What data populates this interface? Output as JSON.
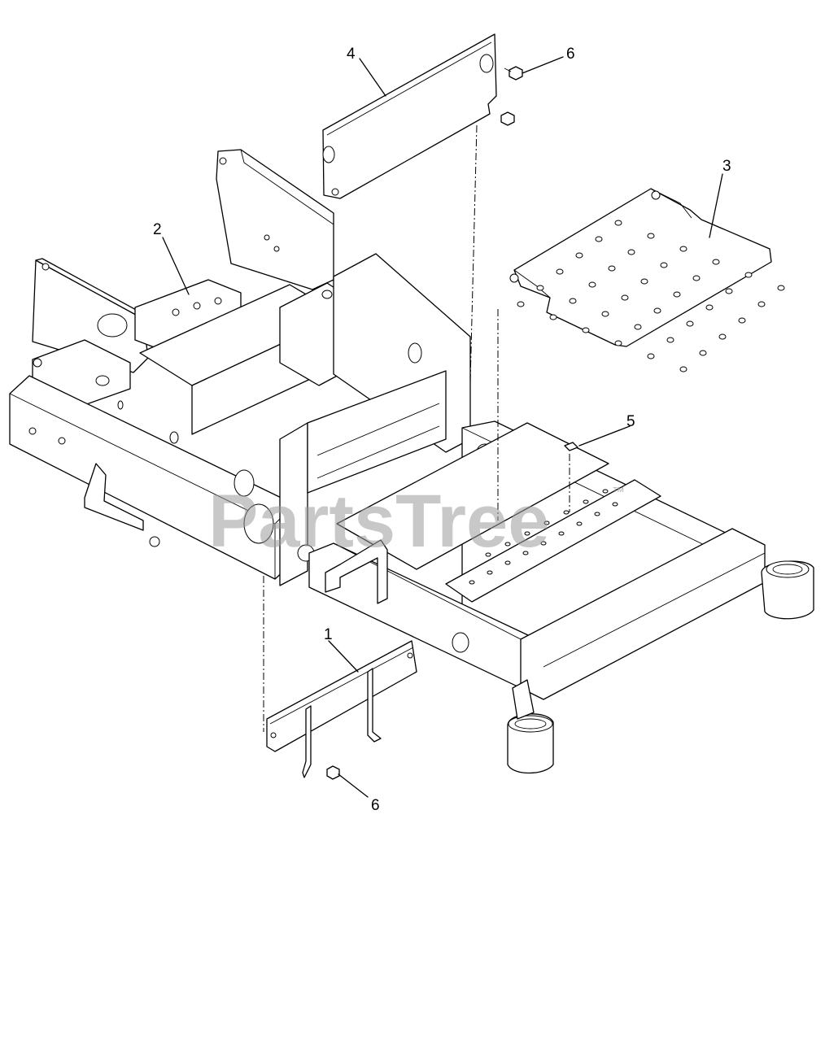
{
  "diagram": {
    "watermark": "PartsTree",
    "watermark_mark": "™",
    "callouts": [
      {
        "id": "c1",
        "label": "1"
      },
      {
        "id": "c2",
        "label": "2"
      },
      {
        "id": "c3",
        "label": "3"
      },
      {
        "id": "c4",
        "label": "4"
      },
      {
        "id": "c5",
        "label": "5"
      },
      {
        "id": "c6a",
        "label": "6"
      },
      {
        "id": "c6b",
        "label": "6"
      }
    ]
  }
}
